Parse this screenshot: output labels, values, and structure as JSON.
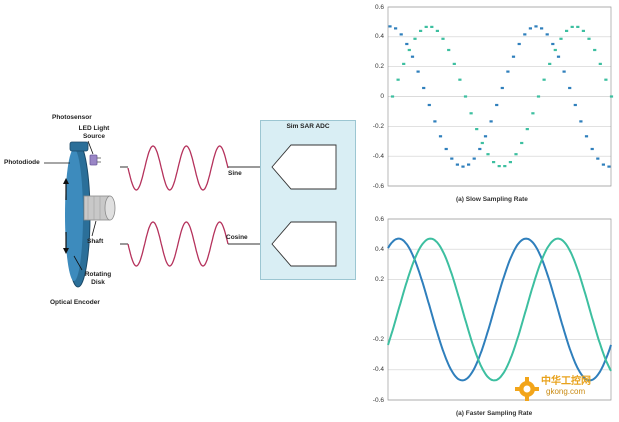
{
  "encoder": {
    "photosensor": "Photosensor",
    "led_line1": "LED Light",
    "led_line2": "Source",
    "photodiode": "Photodiode",
    "shaft": "Shaft",
    "disk_line1": "Rotating",
    "disk_line2": "Disk",
    "caption": "Optical Encoder"
  },
  "adc": {
    "title": "Sim SAR ADC",
    "sine": "Sine",
    "cosine": "Cosine"
  },
  "colors": {
    "sine_wave": "#b5325c",
    "blue_series": "#2f7fbc",
    "green_series": "#3dbfa0",
    "adc_box": "#d9eef4",
    "gridline": "#cfcfcf"
  },
  "watermark": {
    "name": "中华工控网",
    "url": "gkong.com"
  },
  "chart_data": [
    {
      "type": "scatter",
      "caption": "(a) Slow Sampling Rate",
      "y_ticks": [
        "0.6",
        "0.4",
        "0.2",
        "0",
        "-0.2",
        "-0.4",
        "-0.6"
      ],
      "ylim": [
        -0.6,
        0.6
      ],
      "grid": true,
      "amplitude": 0.47,
      "cycles": 1.5,
      "series": [
        {
          "color": "#2f7fbc",
          "phase_deg": 90,
          "points": 40
        },
        {
          "color": "#3dbfa0",
          "phase_deg": 0,
          "points": 40
        }
      ]
    },
    {
      "type": "line",
      "caption": "(a) Faster Sampling Rate",
      "y_ticks": [
        "0.6",
        "0.4",
        "0.2",
        "-0.2",
        "-0.4",
        "-0.6"
      ],
      "ylim": [
        -0.6,
        0.6
      ],
      "grid": true,
      "amplitude": 0.47,
      "cycles": 1.75,
      "series": [
        {
          "color": "#2f7fbc",
          "phase_deg": 60
        },
        {
          "color": "#3dbfa0",
          "phase_deg": -30
        }
      ]
    }
  ]
}
